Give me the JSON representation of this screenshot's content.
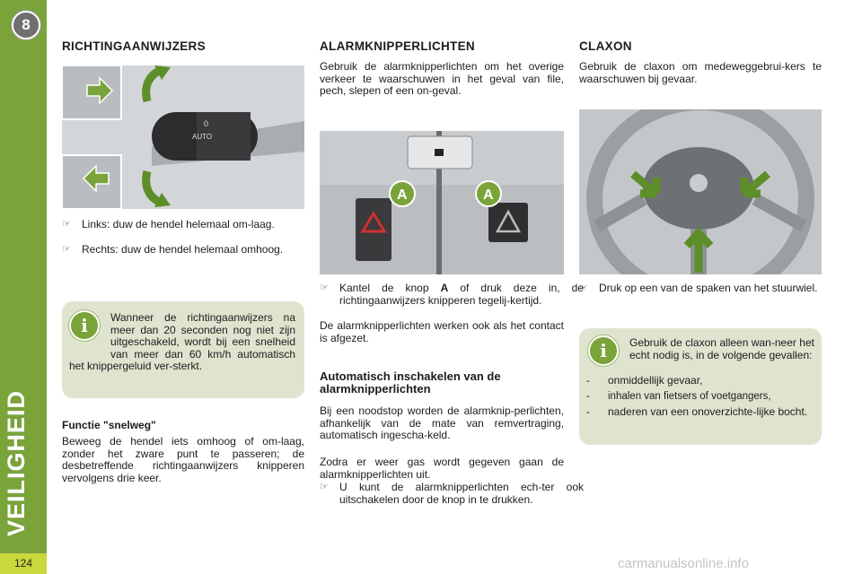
{
  "sidebar": {
    "chapter_number": "8",
    "section_title": "VEILIGHEID",
    "page_number": "124",
    "colors": {
      "sidebar": "#7aa33a",
      "page_tab": "#c9d83a",
      "box": "#dfe4cf"
    }
  },
  "col1": {
    "title": "RICHTINGAANWIJZERS",
    "bullets": [
      "Links: duw de hendel helemaal om-laag.",
      "Rechts: duw de hendel helemaal omhoog."
    ],
    "info_text": "Wanneer de richtingaanwijzers na meer dan 20 seconden nog niet zijn uitgeschakeld, wordt bij een snelheid van meer dan 60 km/h automatisch het knippergeluid ver-sterkt.",
    "highway_title": "Functie \"snelweg\"",
    "highway_text": "Beweeg de hendel iets omhoog of om-laag, zonder het zware punt te passeren; de desbetreffende richtingaanwijzers knipperen vervolgens drie keer.",
    "lever_labels": {
      "zero": "0",
      "auto": "AUTO"
    }
  },
  "col2": {
    "title": "ALARMKNIPPERLICHTEN",
    "intro": "Gebruik de alarmknipperlichten om het overige verkeer te waarschuwen in het geval van file, pech, slepen of een on-geval.",
    "image_labels": {
      "a_left": "A",
      "a_right": "A"
    },
    "bullet_prefix": "Kantel de knop ",
    "bullet_bold": "A",
    "bullet_suffix": " of druk deze in, de richtingaanwijzers knipperen tegelij-kertijd.",
    "contact_text": "De alarmknipperlichten werken ook als het contact is afgezet.",
    "auto_title": "Automatisch inschakelen van de alarmknipperlichten",
    "auto_text1": "Bij een noodstop worden de alarmknip-perlichten, afhankelijk van de mate van remvertraging, automatisch ingescha-keld.",
    "auto_text2": "Zodra er weer gas wordt gegeven gaan de alarmknipperlichten uit.",
    "auto_bullet": "U kunt de alarmknipperlichten ech-ter ook uitschakelen door de knop in te drukken."
  },
  "col3": {
    "title": "CLAXON",
    "intro": "Gebruik de claxon om medeweggebrui-kers te waarschuwen bij gevaar.",
    "bullet": "Druk op een van de spaken van het stuurwiel.",
    "info_text": "Gebruik de claxon alleen wan-neer het echt nodig is, in de volgende gevallen:",
    "items": [
      "onmiddellijk gevaar,",
      "inhalen van fietsers of voetgangers,",
      "naderen van een onoverzichte-lijke bocht."
    ]
  },
  "watermark": "carmanualsonline.info"
}
